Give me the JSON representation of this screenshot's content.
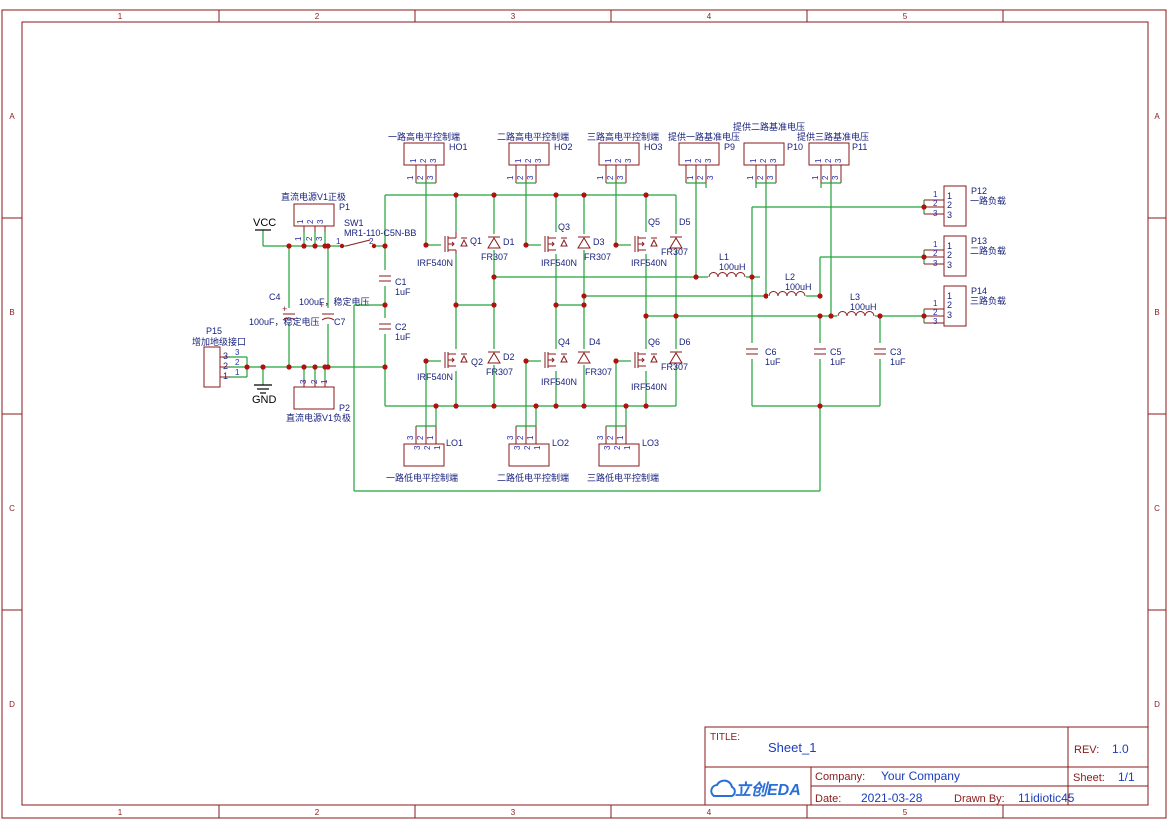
{
  "border": {
    "columns": [
      "1",
      "2",
      "3",
      "4",
      "5"
    ],
    "rows": [
      "A",
      "B",
      "C",
      "D"
    ]
  },
  "colors": {
    "wire": "#22a33a",
    "component": "#8a1a1a",
    "text": "#1a237e",
    "junction": "#b01010"
  },
  "power": {
    "vcc": "VCC",
    "gnd": "GND"
  },
  "connectors": {
    "ho1": {
      "ref": "HO1",
      "name": "一路高电平控制端"
    },
    "ho2": {
      "ref": "HO2",
      "name": "二路高电平控制端"
    },
    "ho3": {
      "ref": "HO3",
      "name": "三路高电平控制端"
    },
    "p9": {
      "ref": "P9",
      "name": "提供一路基准电压"
    },
    "p10": {
      "ref": "P10",
      "name": "提供二路基准电压"
    },
    "p11": {
      "ref": "P11",
      "name": "提供三路基准电压"
    },
    "p1": {
      "ref": "P1",
      "name": "直流电源V1正极"
    },
    "p2": {
      "ref": "P2",
      "name": "直流电源V1负极"
    },
    "p15": {
      "ref": "P15",
      "name": "增加地级接口"
    },
    "p12": {
      "ref": "P12",
      "name": "一路负载"
    },
    "p13": {
      "ref": "P13",
      "name": "二路负载"
    },
    "p14": {
      "ref": "P14",
      "name": "三路负载"
    },
    "lo1": {
      "ref": "LO1",
      "name": "一路低电平控制端"
    },
    "lo2": {
      "ref": "LO2",
      "name": "二路低电平控制端"
    },
    "lo3": {
      "ref": "LO3",
      "name": "三路低电平控制端"
    }
  },
  "switch": {
    "ref": "SW1",
    "name": "MR1-110-C5N-BB"
  },
  "mosfets": [
    {
      "ref": "Q1",
      "name": "IRF540N"
    },
    {
      "ref": "Q2",
      "name": "IRF540N"
    },
    {
      "ref": "Q3",
      "name": "IRF540N"
    },
    {
      "ref": "Q4",
      "name": "IRF540N"
    },
    {
      "ref": "Q5",
      "name": "IRF540N"
    },
    {
      "ref": "Q6",
      "name": "IRF540N"
    }
  ],
  "diodes": [
    {
      "ref": "D1",
      "name": "FR307"
    },
    {
      "ref": "D2",
      "name": "FR307"
    },
    {
      "ref": "D3",
      "name": "FR307"
    },
    {
      "ref": "D4",
      "name": "FR307"
    },
    {
      "ref": "D5",
      "name": "FR307"
    },
    {
      "ref": "D6",
      "name": "FR307"
    }
  ],
  "capacitors": [
    {
      "ref": "C1",
      "value": "1uF"
    },
    {
      "ref": "C2",
      "value": "1uF"
    },
    {
      "ref": "C3",
      "value": "1uF"
    },
    {
      "ref": "C4",
      "value": "100uF，稳定电压"
    },
    {
      "ref": "C5",
      "value": "1uF"
    },
    {
      "ref": "C6",
      "value": "1uF"
    },
    {
      "ref": "C7",
      "value": "100uF，稳定电压"
    }
  ],
  "inductors": [
    {
      "ref": "L1",
      "value": "100uH"
    },
    {
      "ref": "L2",
      "value": "100uH"
    },
    {
      "ref": "L3",
      "value": "100uH"
    }
  ],
  "title_block": {
    "title_label": "TITLE:",
    "title": "Sheet_1",
    "rev_label": "REV:",
    "rev": "1.0",
    "company_label": "Company:",
    "company": "Your Company",
    "sheet_label": "Sheet:",
    "sheet": "1/1",
    "date_label": "Date:",
    "date": "2021-03-28",
    "drawn_label": "Drawn By:",
    "drawn_by": "11idiotic45",
    "logo_text": "立创EDA"
  }
}
